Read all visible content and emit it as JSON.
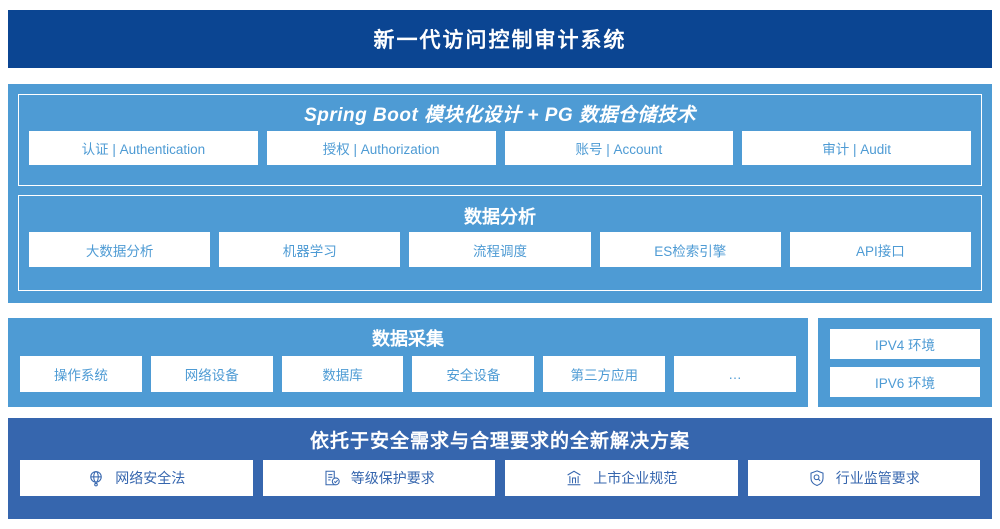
{
  "header": {
    "title": "新一代访问控制审计系统"
  },
  "architecture": {
    "spring": {
      "title": "Spring Boot 模块化设计 + PG 数据仓储技术",
      "items": [
        {
          "label": "认证 | Authentication"
        },
        {
          "label": "授权 | Authorization"
        },
        {
          "label": "账号 | Account"
        },
        {
          "label": "审计 | Audit"
        }
      ]
    },
    "analysis": {
      "title": "数据分析",
      "items": [
        {
          "label": "大数据分析"
        },
        {
          "label": "机器学习"
        },
        {
          "label": "流程调度"
        },
        {
          "label": "ES检索引擎"
        },
        {
          "label": "API接口"
        }
      ]
    }
  },
  "collection": {
    "title": "数据采集",
    "items": [
      {
        "label": "操作系统"
      },
      {
        "label": "网络设备"
      },
      {
        "label": "数据库"
      },
      {
        "label": "安全设备"
      },
      {
        "label": "第三方应用"
      },
      {
        "label": "…"
      }
    ]
  },
  "environment": {
    "items": [
      {
        "label": "IPV4 环境"
      },
      {
        "label": "IPV6 环境"
      }
    ]
  },
  "solution": {
    "title": "依托于安全需求与合理要求的全新解决方案",
    "items": [
      {
        "label": "网络安全法",
        "icon": "globe-icon"
      },
      {
        "label": "等级保护要求",
        "icon": "document-check-icon"
      },
      {
        "label": "上市企业规范",
        "icon": "bank-icon"
      },
      {
        "label": "行业监管要求",
        "icon": "shield-search-icon"
      }
    ]
  },
  "colors": {
    "header_navy": "#0b4592",
    "panel_blue": "#4e9bd4",
    "solution_blue": "#3666ae",
    "chip_white": "#ffffff"
  }
}
